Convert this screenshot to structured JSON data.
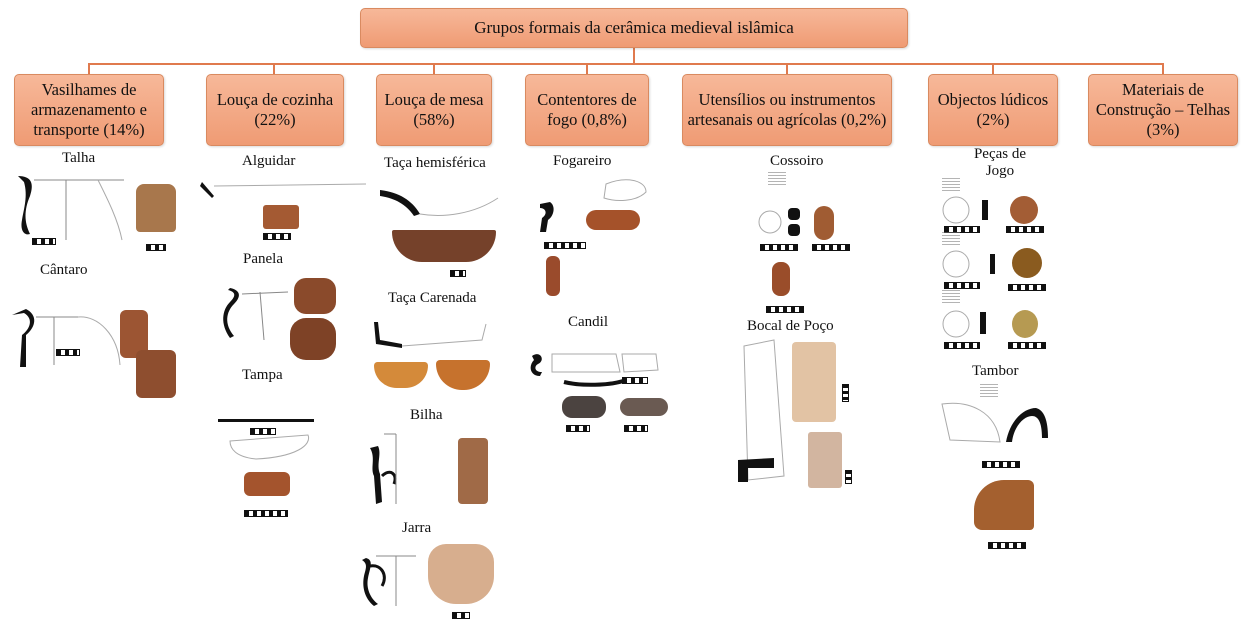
{
  "title": "Grupos formais da cerâmica medieval islâmica",
  "categories": [
    {
      "label": "Vasilhames de armazenamento e transporte (14%)"
    },
    {
      "label": "Louça de cozinha (22%)"
    },
    {
      "label": "Louça de mesa (58%)"
    },
    {
      "label": "Contentores de fogo (0,8%)"
    },
    {
      "label": "Utensílios ou instrumentos artesanais ou agrícolas (0,2%)"
    },
    {
      "label": "Objectos lúdicos (2%)"
    },
    {
      "label": "Materiais de Construção – Telhas (3%)"
    }
  ],
  "items": {
    "talha": "Talha",
    "cantaro": "Cântaro",
    "alguidar": "Alguidar",
    "panela": "Panela",
    "tampa": "Tampa",
    "taca_hemisferica": "Taça hemisférica",
    "taca_carenada": "Taça Carenada",
    "bilha": "Bilha",
    "jarra": "Jarra",
    "fogareiro": "Fogareiro",
    "candil": "Candil",
    "cossoiro": "Cossoiro",
    "bocal_de_poco": "Bocal de Poço",
    "pecas_de_jogo": "Peças de Jogo",
    "tambor": "Tambor"
  },
  "colors": {
    "box_fill": "#f4a987",
    "box_border": "#d98a60",
    "connector": "#e07a4e",
    "sherd": "#a45a33"
  }
}
